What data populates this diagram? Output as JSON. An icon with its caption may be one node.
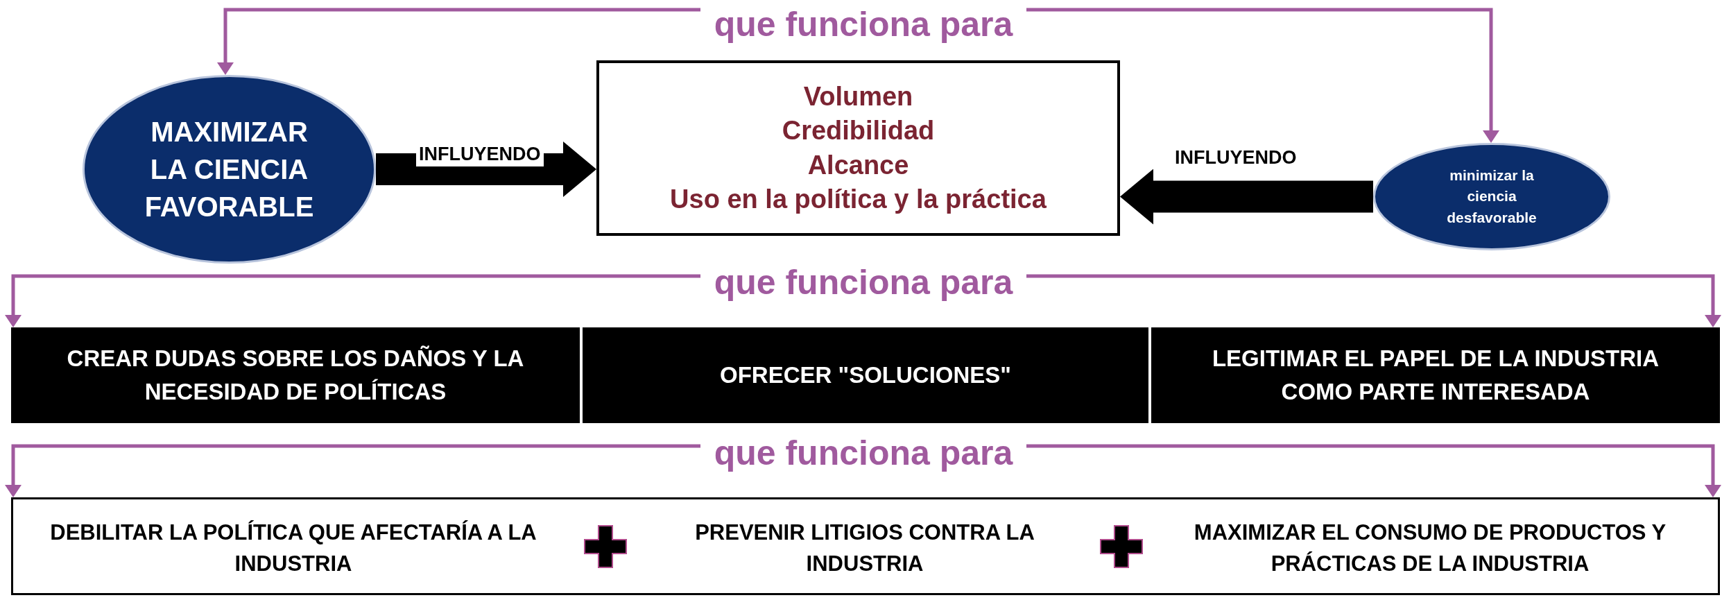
{
  "diagram": {
    "nodes": [
      {
        "text": [
          "que funciona para"
        ]
      },
      {
        "text": [
          "MAXIMIZAR LA CIENCIA FAVORABLE"
        ]
      },
      {
        "text": [
          "Volumen",
          "Credibilidad",
          "Alcance",
          "Uso en la política y la práctica"
        ]
      },
      {
        "text": [
          "minimizar la ciencia desfavorable"
        ]
      },
      {
        "text": [
          "que funciona para"
        ]
      },
      {
        "text": [
          "CREAR DUDAS SOBRE LOS DAÑOS Y LA NECESIDAD DE POLÍTICAS"
        ]
      },
      {
        "text": [
          "OFRECER \"SOLUCIONES\""
        ]
      },
      {
        "text": [
          "LEGITIMAR EL PAPEL DE LA INDUSTRIA COMO PARTE INTERESADA"
        ]
      },
      {
        "text": [
          "que funciona para"
        ]
      },
      {
        "text": [],
        "shape": "box"
      },
      {
        "text": [
          "DEBILITAR LA POLÍTICA QUE AFECTARÍA A LA INDUSTRIA"
        ],
        "in": 9
      },
      {
        "text": [
          "PREVENIR LITIGIOS CONTRA LA INDUSTRIA"
        ],
        "in": 9
      },
      {
        "text": [
          "MAXIMIZAR EL CONSUMO DE PRODUCTOS Y PRÁCTICAS DE LA INDUSTRIA"
        ],
        "in": 9
      }
    ],
    "edges": [
      {
        "from": 0,
        "to": 1,
        "arrow": "to"
      },
      {
        "from": 0,
        "to": 3,
        "arrow": "to"
      },
      {
        "from": 1,
        "to": 2,
        "arrow": "to",
        "label": "INFLUYENDO",
        "style": "thick",
        "color": "#000000"
      },
      {
        "from": 3,
        "to": 2,
        "arrow": "to",
        "label": "INFLUYENDO",
        "style": "thick",
        "color": "#000000"
      },
      {
        "from": 4,
        "to": 5,
        "arrow": "to"
      },
      {
        "from": 4,
        "to": 7,
        "arrow": "to"
      },
      {
        "from": 8,
        "to": 10,
        "arrow": "to"
      },
      {
        "from": 8,
        "to": 12,
        "arrow": "to"
      }
    ]
  }
}
